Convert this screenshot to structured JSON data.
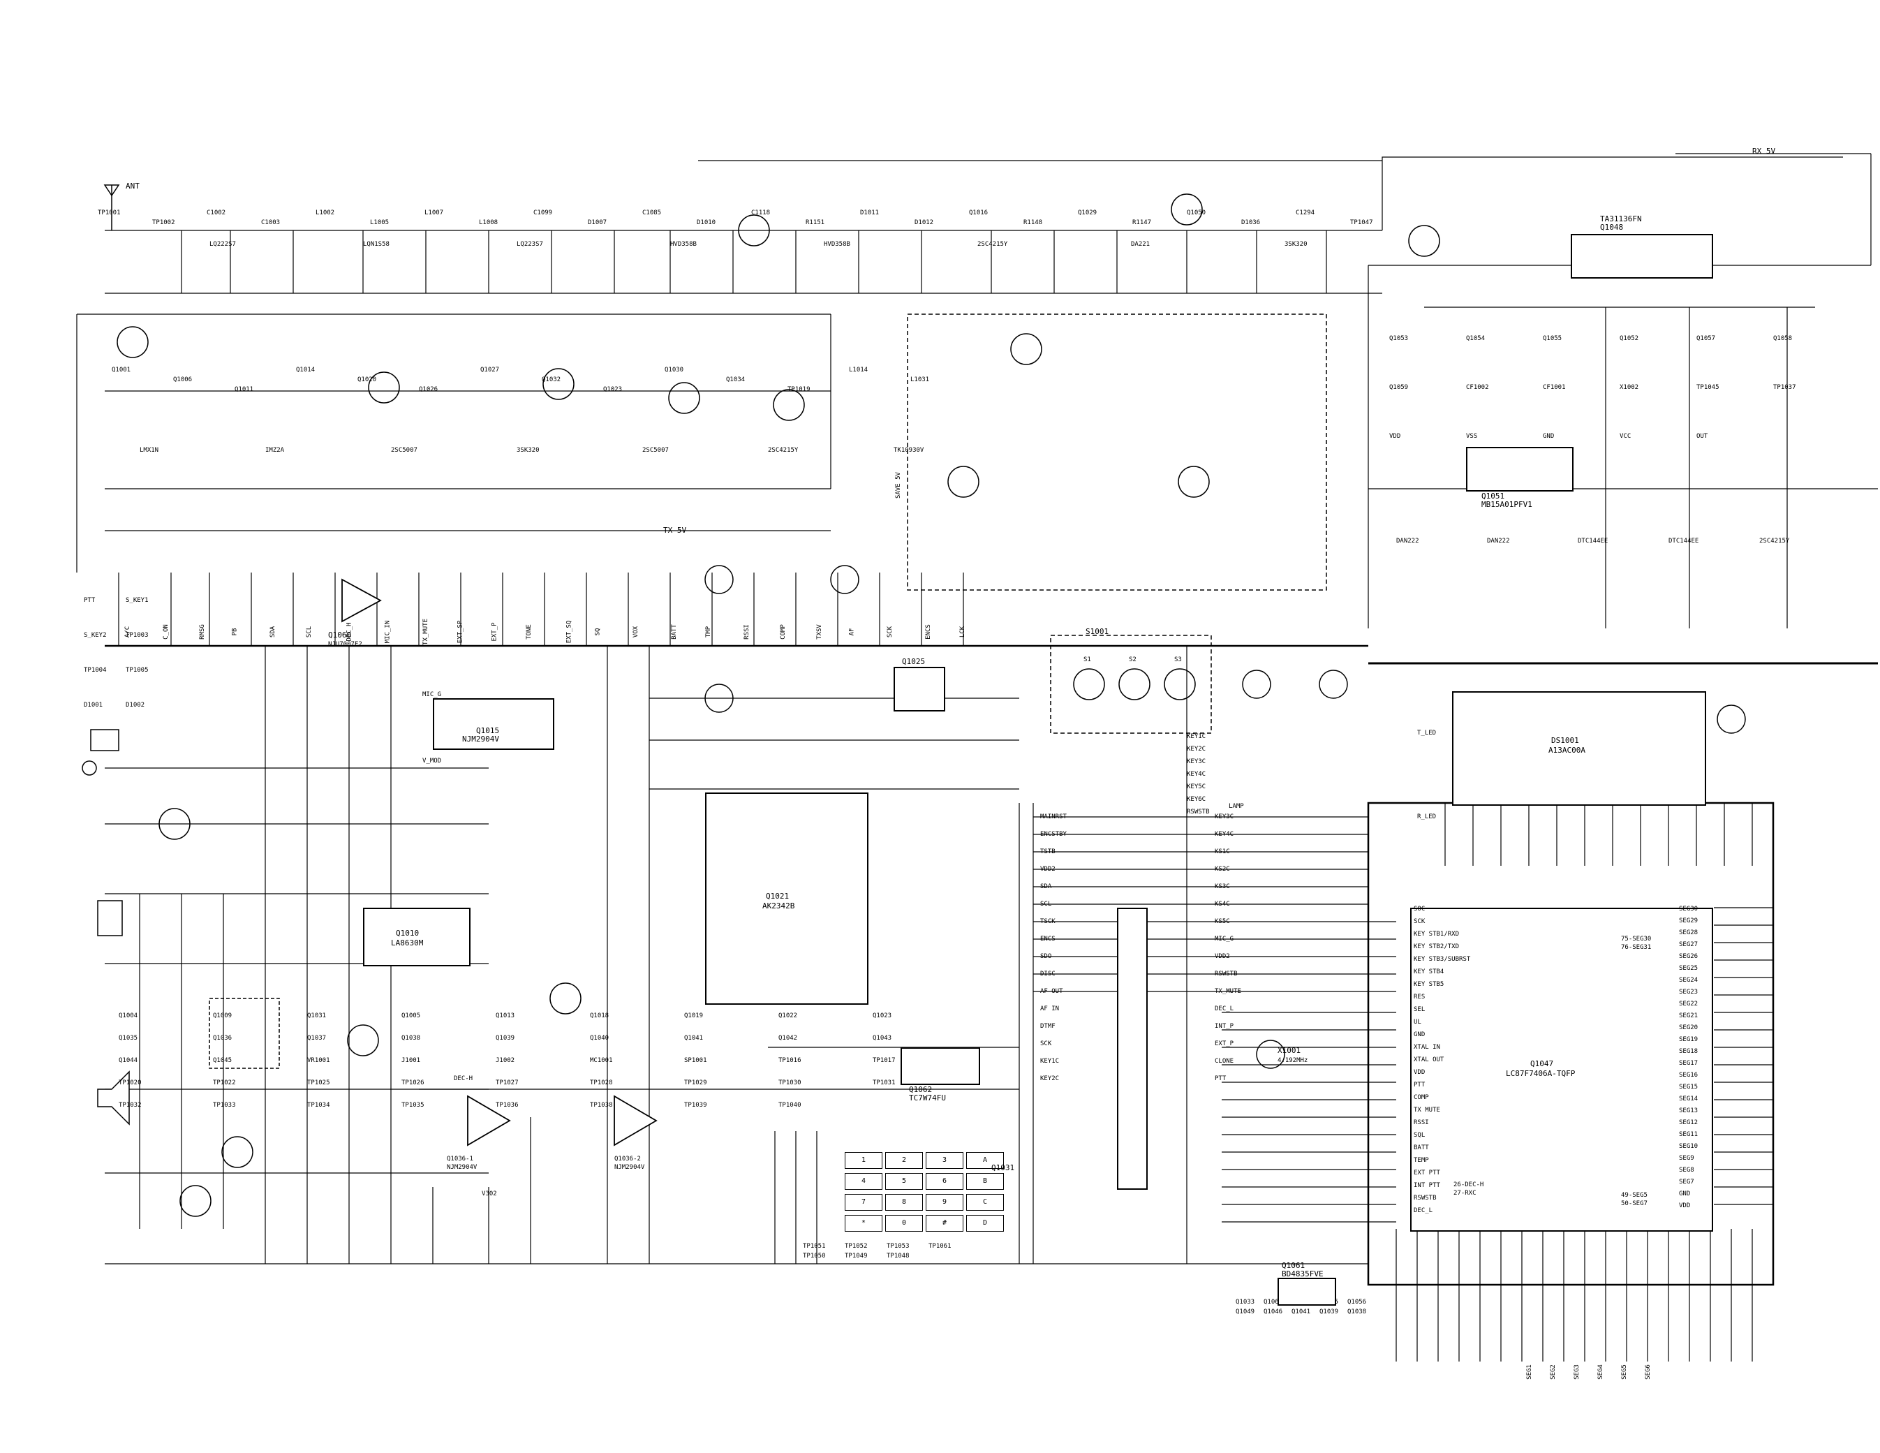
{
  "rails": {
    "rx5v": "RX 5V",
    "tx5v": "TX 5V",
    "save5v": "SAVE 5V"
  },
  "antenna": {
    "label": "ANT"
  },
  "rf_front": {
    "labels": [
      "TP1001",
      "TP1002",
      "C1002",
      "C1003",
      "L1002",
      "L1005",
      "L1007",
      "L1008",
      "C1099",
      "D1007",
      "C1085",
      "D1010",
      "C1118",
      "R1151",
      "D1011",
      "D1012",
      "Q1016",
      "R1148",
      "Q1029",
      "R1147",
      "Q1050",
      "D1036",
      "C1294",
      "TP1047"
    ],
    "parts": [
      "LQ222S7",
      "LQN1S58",
      "LQ223S7",
      "HVD358B",
      "HVD358B",
      "2SC4215Y",
      "DA221",
      "3SK320"
    ]
  },
  "if_stage": {
    "labels": [
      "Q1001",
      "Q1006",
      "Q1011",
      "Q1014",
      "Q1020",
      "Q1026",
      "Q1027",
      "Q1032",
      "Q1023",
      "Q1030",
      "Q1034",
      "TP1019",
      "L1014",
      "L1031"
    ],
    "parts": [
      "LMX1N",
      "IMZ2A",
      "2SC5007",
      "3SK320",
      "2SC5007",
      "2SC4215Y",
      "TK10930V"
    ]
  },
  "right_rf": {
    "ic_1048": "Q1048",
    "ic_1048_part": "TA31136FN",
    "ic_1051": "Q1051",
    "ic_1051_part": "MB15A01PFV1",
    "labels": [
      "Q1053",
      "Q1054",
      "Q1055",
      "Q1052",
      "Q1057",
      "Q1058",
      "Q1059",
      "CF1002",
      "CF1001",
      "X1002",
      "TP1045",
      "TP1037",
      "VDD",
      "VSS",
      "GND",
      "VCC",
      "OUT"
    ],
    "parts": [
      "DAN222",
      "DAN222",
      "DTC144EE",
      "DTC144EE",
      "2SC4215Y"
    ]
  },
  "vco": {
    "ic": "Q1015",
    "part": "NJM2904V",
    "mic_g": "MIC_G",
    "v_mod": "V_MOD"
  },
  "audio_amp": {
    "q1010": "Q1010",
    "q1010_part": "LA8630M",
    "q1060": "Q1060",
    "q1060_part": "NJU7007F2",
    "q1021": "Q1021",
    "q1021_part": "AK2342B",
    "q1025": "Q1025",
    "q1062": "Q1062",
    "q1062_part": "TC7W74FU",
    "labels": [
      "Q1004",
      "Q1009",
      "Q1031",
      "Q1005",
      "Q1013",
      "Q1018",
      "Q1019",
      "Q1022",
      "Q1023",
      "Q1035",
      "Q1036",
      "Q1037",
      "Q1038",
      "Q1039",
      "Q1040",
      "Q1041",
      "Q1042",
      "Q1043",
      "Q1044",
      "Q1045",
      "VR1001",
      "J1001",
      "J1002",
      "MC1001",
      "SP1001",
      "TP1016",
      "TP1017",
      "TP1020",
      "TP1022",
      "TP1025",
      "TP1026",
      "TP1027",
      "TP1028",
      "TP1029",
      "TP1030",
      "TP1031",
      "TP1032",
      "TP1033",
      "TP1034",
      "TP1035",
      "TP1036",
      "TP1038",
      "TP1039",
      "TP1040"
    ]
  },
  "op_amps": {
    "a": "Q1036-1",
    "b": "Q1036-2",
    "a_part": "NJM2904V",
    "b_part": "NJM2904V",
    "dec_h": "DEC-H",
    "v302": "V302"
  },
  "connectors": {
    "left_labels": [
      "PTT",
      "S_KEY1",
      "S_KEY2",
      "TP1003",
      "TP1004",
      "TP1005",
      "D1001",
      "D1002"
    ],
    "bus_labels": [
      "A/C",
      "C_ON",
      "RMSG",
      "PB",
      "SDA",
      "SCL",
      "DEC_H",
      "MIC_IN",
      "TX_MUTE",
      "EXT_SP",
      "EXT_P",
      "TONE",
      "EXT_SQ",
      "SQ",
      "VOX",
      "BATT",
      "TMP",
      "RSSI",
      "COMP",
      "TXSV",
      "AF",
      "SCK",
      "ENCS",
      "LCK"
    ]
  },
  "keypad": {
    "ic": "Q1031",
    "keys": [
      [
        "1",
        "2",
        "3",
        "A"
      ],
      [
        "4",
        "5",
        "6",
        "B"
      ],
      [
        "7",
        "8",
        "9",
        "C"
      ],
      [
        "*",
        "0",
        "#",
        "D"
      ]
    ],
    "labels": [
      "TP1051",
      "TP1052",
      "TP1053",
      "TP1061",
      "TP1050",
      "TP1049",
      "TP1048"
    ]
  },
  "switches": {
    "title": "S1001",
    "items": [
      "S1",
      "S2",
      "S3"
    ],
    "keys": [
      "KEY1C",
      "KEY2C",
      "KEY3C",
      "KEY4C",
      "KEY5C",
      "KEY6C",
      "RSWSTB"
    ]
  },
  "lcd": {
    "ref": "DS1001",
    "part": "A13AC00A",
    "labels": [
      "T_LED",
      "R_LED",
      "LAMP"
    ]
  },
  "mcu": {
    "ref": "Q1047",
    "part": "LC87F7406A-TQFP",
    "note_a": "75-SEG30",
    "note_b": "76-SEG31",
    "note_c": "26-DEC-H",
    "note_d": "27-RXC",
    "note_e": "49-SEG5",
    "note_f": "50-SEG7",
    "left_pins": [
      "SOC",
      "SCK",
      "KEY STB1/RXD",
      "KEY STB2/TXD",
      "KEY STB3/SUBRST",
      "KEY STB4",
      "KEY STB5",
      "RES",
      "SEL",
      "UL",
      "GND",
      "XTAL IN",
      "XTAL OUT",
      "VDD",
      "PTT",
      "COMP",
      "TX MUTE",
      "RSSI",
      "SQL",
      "BATT",
      "TEMP",
      "EXT PTT",
      "INT PTT",
      "RSWSTB",
      "DEC_L"
    ],
    "right_pins": [
      "SEG30",
      "SEG29",
      "SEG28",
      "SEG27",
      "SEG26",
      "SEG25",
      "SEG24",
      "SEG23",
      "SEG22",
      "SEG21",
      "SEG20",
      "SEG19",
      "SEG18",
      "SEG17",
      "SEG16",
      "SEG15",
      "SEG14",
      "SEG13",
      "SEG12",
      "SEG11",
      "SEG10",
      "SEG9",
      "SEG8",
      "SEG7",
      "GND",
      "VDD"
    ],
    "bottom_pins": [
      "SEG1",
      "SEG2",
      "SEG3",
      "SEG4",
      "SEG5",
      "SEG6"
    ]
  },
  "mcu_signals": {
    "labels": [
      "MAINRST",
      "ENCSTBY",
      "TSTB",
      "VDD2",
      "SDA",
      "SCL",
      "TSCK",
      "ENCS",
      "SDO",
      "DISC",
      "AF OUT",
      "AF IN",
      "DTMF",
      "SCK",
      "KEY1C",
      "KEY2C",
      "KEY3C",
      "KEY4C",
      "KS1C",
      "KS2C",
      "KS3C",
      "KS4C",
      "KS5C",
      "MIC_G",
      "VDD2",
      "RSWSTB",
      "TX_MUTE",
      "DEC_L",
      "INT_P",
      "EXT_P",
      "CLONE",
      "PTT"
    ],
    "xtal": "X1001",
    "xtal_freq": "4.192MHz",
    "reset_ic": "Q1061",
    "reset_part": "BD4835FVE",
    "labels_b": [
      "Q1033",
      "Q1063",
      "Q1064",
      "Q1065",
      "Q1056",
      "Q1049",
      "Q1046",
      "Q1041",
      "Q1039",
      "Q1038"
    ]
  }
}
